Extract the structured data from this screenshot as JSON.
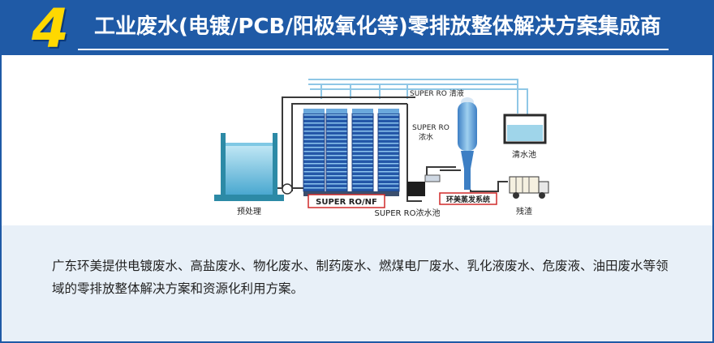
{
  "header": {
    "number": "4",
    "title": "工业废水(电镀/PCB/阳极氧化等)零排放整体解决方案集成商"
  },
  "diagram": {
    "labels": {
      "clean": "SUPER RO 清液",
      "concentrate": "SUPER RO\n浓水",
      "pretreatment": "预处理",
      "ro_nf": "SUPER RO/NF",
      "concentrate_pool": "SUPER RO浓水池",
      "evaporation": "环美蒸发系统",
      "clean_pool": "清水池",
      "residue": "残渣"
    }
  },
  "description": {
    "text": "广东环美提供电镀废水、高盐废水、物化废水、制药废水、燃煤电厂废水、乳化液废水、危废液、油田废水等领域的零排放整体解决方案和资源化利用方案。"
  },
  "colors": {
    "brand_blue": "#1f5aa6",
    "accent_yellow": "#ffd800",
    "desc_bg": "#e8f0f8"
  }
}
